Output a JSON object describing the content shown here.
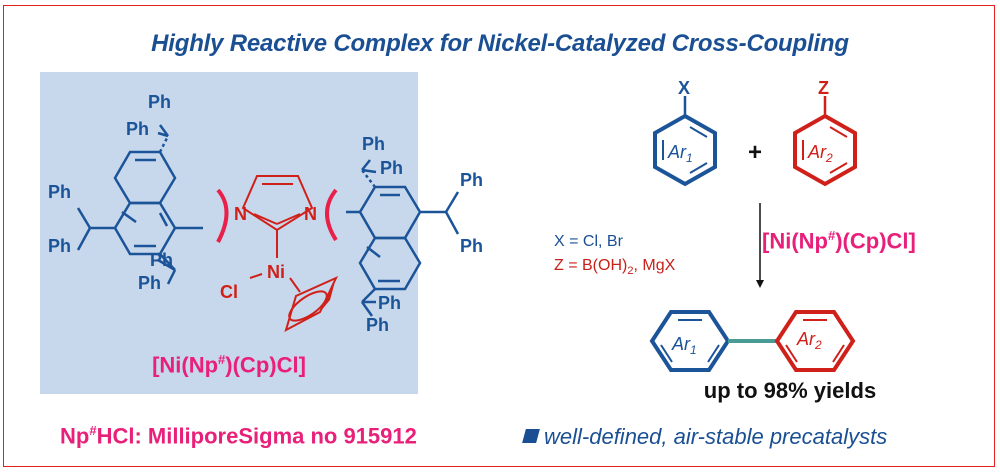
{
  "title": "Highly Reactive Complex for Nickel-Catalyzed Cross-Coupling",
  "structure": {
    "substituent_label": "Ph",
    "atoms": {
      "nitrogen": "N",
      "nickel": "Ni",
      "chloride": "Cl"
    },
    "complex_name": {
      "prefix": "[Ni(Np",
      "sup": "#",
      "suffix": ")(Cp)Cl]"
    }
  },
  "reaction": {
    "reactant1": {
      "substituent": "X",
      "ring_label": "Ar",
      "ring_sub": "1"
    },
    "reactant2": {
      "substituent": "Z",
      "ring_label": "Ar",
      "ring_sub": "2"
    },
    "plus": "+",
    "condition_x": "X = Cl, Br",
    "condition_z": {
      "prefix": "Z = B(OH)",
      "sub": "2",
      "suffix": ", MgX"
    },
    "catalyst": {
      "prefix": "[Ni(Np",
      "sup": "#",
      "suffix": ")(Cp)Cl]"
    },
    "product": {
      "ring1_label": "Ar",
      "ring1_sub": "1",
      "ring2_label": "Ar",
      "ring2_sub": "2"
    },
    "yield_text": "up to 98% yields"
  },
  "footer": {
    "reagent": {
      "prefix": "Np",
      "sup": "#",
      "suffix": "HCl: MilliporeSigma no 915912"
    },
    "feature": "well-defined, air-stable precatalysts"
  },
  "colors": {
    "blue": "#1b5498",
    "red": "#d0201a",
    "magenta": "#e8207a",
    "panel": "#c8d8ec",
    "frame": "#e0201c",
    "teal": "#4a9a96"
  }
}
